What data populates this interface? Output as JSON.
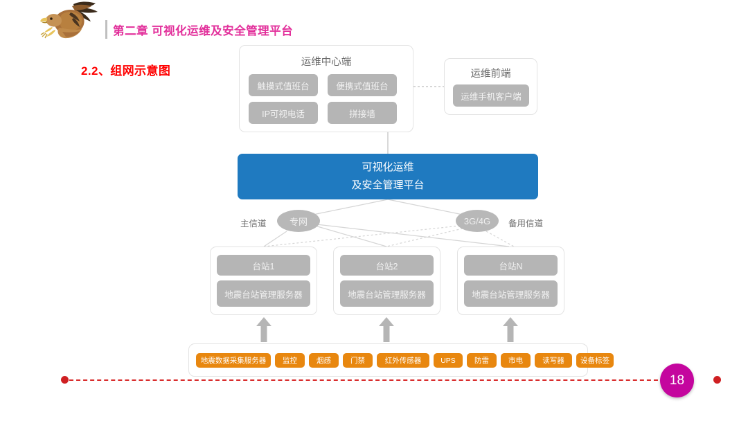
{
  "header": {
    "logo_alt": "eagle-logo",
    "chapter_title": "第二章  可视化运维及安全管理平台",
    "section_title": "2.2、组网示意图",
    "title_color": "#e2309b",
    "section_color": "#ff0000"
  },
  "diagram": {
    "center_panel": {
      "title": "运维中心端",
      "chips": [
        {
          "label": "触摸式值班台"
        },
        {
          "label": "便携式值班台"
        },
        {
          "label": "IP可视电话"
        },
        {
          "label": "拼接墙"
        }
      ]
    },
    "front_panel": {
      "title": "运维前端",
      "chips": [
        {
          "label": "运维手机客户端"
        }
      ]
    },
    "platform": {
      "line1": "可视化运维",
      "line2": "及安全管理平台",
      "color": "#1f7ac0"
    },
    "channels": {
      "primary_label": "主信道",
      "primary_node": "专网",
      "backup_node": "3G/4G",
      "backup_label": "备用信道"
    },
    "stations": [
      {
        "name": "台站1",
        "server": "地震台站管理服务器"
      },
      {
        "name": "台站2",
        "server": "地震台站管理服务器"
      },
      {
        "name": "台站N",
        "server": "地震台站管理服务器"
      }
    ],
    "sensor_bar": {
      "color": "#e8870f",
      "tags": [
        "地震数据采集服务器",
        "监控",
        "烟感",
        "门禁",
        "红外传感器",
        "UPS",
        "防雷",
        "市电",
        "读写器",
        "设备标签"
      ]
    }
  },
  "footer": {
    "page_number": "18",
    "accent_color": "#c4069e",
    "line_color": "#d92b2b"
  }
}
